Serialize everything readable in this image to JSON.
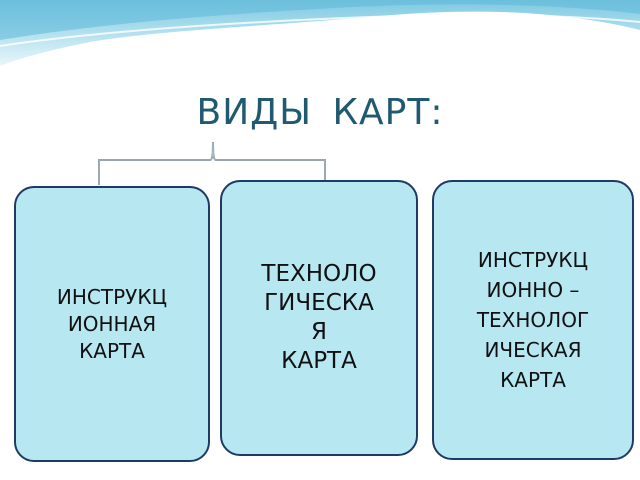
{
  "title": "ВИДЫ  КАРТ:",
  "colors": {
    "title": "#1f5a70",
    "card_fill": "#b7e8f2",
    "card_border": "#1f3a63",
    "wave_top": "#86cfe4",
    "wave_bottom": "#d6f0f8"
  },
  "cards": [
    {
      "text": "ИНСТРУКЦ\nИОННАЯ\nКАРТА"
    },
    {
      "text": "ТЕХНОЛО\nГИЧЕСКА\nЯ\nКАРТА"
    },
    {
      "text": "ИНСТРУКЦ\nИОННО –\nТЕХНОЛОГ\nИЧЕСКАЯ\nКАРТА"
    }
  ]
}
